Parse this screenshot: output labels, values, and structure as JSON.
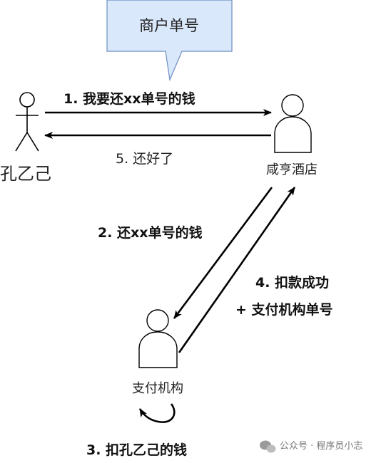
{
  "callout": {
    "text": "商户单号"
  },
  "actors": {
    "customer": "孔乙己",
    "hotel": "咸亨酒店",
    "payment": "支付机构"
  },
  "steps": {
    "step1": "1. 我要还xx单号的钱",
    "step2": "2. 还xx单号的钱",
    "step3": "3. 扣孔乙己的钱",
    "step4_line1": "4. 扣款成功",
    "step4_line2": "+ 支付机构单号",
    "step5": "5. 还好了"
  },
  "watermark": {
    "text": "公众号 · 程序员小志"
  },
  "colors": {
    "callout_fill": "#dae8fc",
    "callout_stroke": "#6c8ebf",
    "line": "#000000"
  }
}
